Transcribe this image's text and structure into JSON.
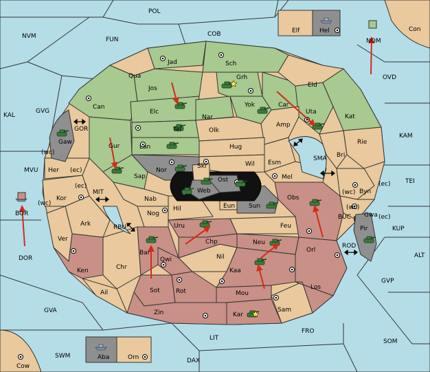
{
  "colors": {
    "sea": "#b4dde8",
    "neutral": "#e9c99d",
    "green_power": "#a8c98f",
    "red_power": "#c99087",
    "gray_power": "#8f8f8f",
    "move_arrow": "#d42b1a"
  },
  "sea_labels": {
    "pol": "POL",
    "nvm": "NVM",
    "fun": "FUN",
    "cob": "COB",
    "con": "Con",
    "nom": "NOM",
    "ovd": "OVD",
    "kal": "KAL",
    "gvg": "GVG",
    "kam": "KAM",
    "gor": "GOR",
    "sma": "SMA",
    "tei": "TEI",
    "mvu": "MVU",
    "mit": "MIT",
    "bor": "BOR",
    "kup": "KUP",
    "buc": "BUC",
    "rbu": "RBU",
    "dor": "DOR",
    "rod": "ROD",
    "alt": "ALT",
    "gvp": "GVP",
    "gva": "GVA",
    "fro": "FRO",
    "som": "SOM",
    "lit": "LIT",
    "swm": "SWM",
    "dax": "DAX",
    "cow": "Cow"
  },
  "land_labels": {
    "elf": "Elf",
    "hel": "Hel",
    "jad": "Jad",
    "sch": "Sch",
    "qua": "Qua",
    "jos": "Jos",
    "grh": "Grh",
    "eld": "Eld",
    "can": "Can",
    "elc": "Elc",
    "nar": "Nar",
    "yok": "Yok",
    "car": "Car",
    "uta": "Uta",
    "kat": "Kat",
    "gaw": "Gaw",
    "tel": "Tel",
    "olk": "Olk",
    "amp": "Amp",
    "gur": "Gur",
    "lan": "Lan",
    "hug": "Hug",
    "rie": "Rie",
    "bri": "Bri",
    "her": "Her",
    "nor": "Nor",
    "skr": "Skr",
    "wil": "Wil",
    "esm": "Esm",
    "sap": "Sap",
    "ost": "Ost",
    "web": "Web",
    "mel": "Mel",
    "byn": "Byn",
    "kor": "Kor",
    "nab": "Nab",
    "eun": "Eun",
    "sun": "Sun",
    "obs": "Obs",
    "gwa": "Gwa",
    "hil": "Hil",
    "ark": "Ark",
    "nog": "Nog",
    "uru": "Uru",
    "feu": "Feu",
    "pir": "Pir",
    "ver": "Ver",
    "chp": "Chp",
    "neu": "Neu",
    "orl": "Orl",
    "bar": "Bar",
    "qwi": "Qwi",
    "nil": "Nil",
    "ken": "Ken",
    "chr": "Chr",
    "kaa": "Kaa",
    "sot": "Sot",
    "rot": "Rot",
    "mou": "Mou",
    "los": "Los",
    "ail": "Ail",
    "zin": "Zin",
    "kar": "Kar",
    "sam": "Sam",
    "aba": "Aba",
    "orn": "Orn"
  },
  "coast_labels": {
    "wc1": "(wc)",
    "ec1": "(ec)",
    "ec2": "(ec)",
    "wc2": "(wc)",
    "wc3": "(wc)",
    "ec3": "(ec)",
    "wc4": "(wc)",
    "ec4": "(ec)"
  },
  "icons": {
    "army": "tank-icon",
    "fleet": "ship-icon",
    "supply_center": "supply-center-dot",
    "channel": "double-arrow-icon",
    "capital": "star-icon"
  }
}
